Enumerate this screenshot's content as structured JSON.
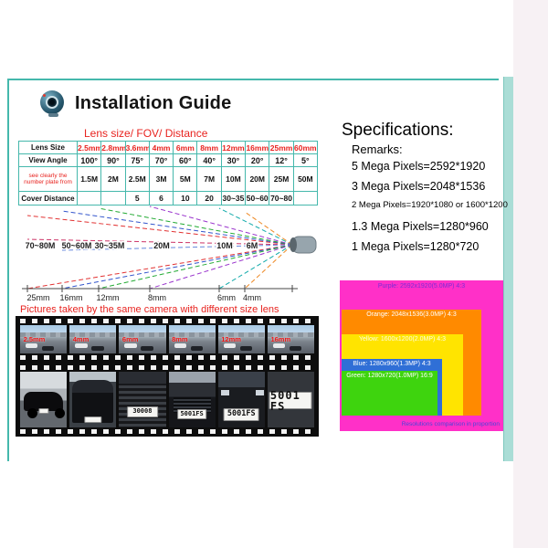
{
  "slide": {
    "title": "Installation Guide",
    "subtitle": "Lens size/ FOV/ Distance",
    "accent_colors": {
      "frame_teal": "#45b8ac",
      "red": "#e8231f",
      "aqua_bar": "#aaddd6"
    }
  },
  "lens_table": {
    "row_labels": [
      "Lens Size",
      "View Angle",
      "see clearly the number plate from",
      "Cover Distance"
    ],
    "col_headers": [
      "2.5mm",
      "2.8mm",
      "3.6mm",
      "4mm",
      "6mm",
      "8mm",
      "12mm",
      "16mm",
      "25mm",
      "60mm"
    ],
    "view_angle": [
      "100°",
      "90°",
      "75°",
      "70°",
      "60°",
      "40°",
      "30°",
      "20°",
      "12°",
      "5°"
    ],
    "see_clearly": [
      "1.5M",
      "2M",
      "2.5M",
      "3M",
      "5M",
      "7M",
      "10M",
      "20M",
      "25M",
      "50M"
    ],
    "cover_distance": [
      "",
      "",
      "5",
      "6",
      "10",
      "20",
      "30~35",
      "50~60",
      "70~80",
      ""
    ]
  },
  "fov_diagram": {
    "distance_labels": [
      "70~80M",
      "50~60M",
      "30~35M",
      "20M",
      "10M",
      "6M"
    ],
    "lens_labels": [
      "25mm",
      "16mm",
      "12mm",
      "8mm",
      "6mm",
      "4mm"
    ]
  },
  "film_strip": {
    "caption": "Pictures taken by the same camera with different size lens",
    "row1_lens_tags": [
      "2.5mm",
      "4mm",
      "6mm",
      "8mm",
      "12mm",
      "16mm"
    ],
    "row2_plates": [
      "",
      "",
      "30008",
      "5001FS",
      "5001FS",
      "5001 FS"
    ]
  },
  "specifications": {
    "heading": "Specifications:",
    "remarks_label": "Remarks:",
    "lines": [
      "5 Mega Pixels=2592*1920",
      "3 Mega Pixels=2048*1536",
      "2 Mega Pixels=1920*1080 or 1600*1200",
      "1.3 Mega Pixels=1280*960",
      "1 Mega Pixels=1280*720"
    ]
  },
  "resolution_chart": {
    "boxes": [
      {
        "name": "purple",
        "label": "Purple: 2592x1920(5.0MP) 4:3",
        "fill": "#ff30c8"
      },
      {
        "name": "orange",
        "label": "Orange: 2048x1536(3.0MP) 4:3",
        "fill": "#ff8a00"
      },
      {
        "name": "yellow",
        "label": "Yellow: 1600x1200(2.0MP) 4:3",
        "fill": "#ffe400"
      },
      {
        "name": "blue",
        "label": "Blue: 1280x960(1.3MP) 4:3",
        "fill": "#2f6fd6"
      },
      {
        "name": "green",
        "label": "Green: 1280x720(1.0MP) 16:9",
        "fill": "#3ed40e"
      }
    ],
    "caption": "Resolutions comparison in proportion"
  }
}
